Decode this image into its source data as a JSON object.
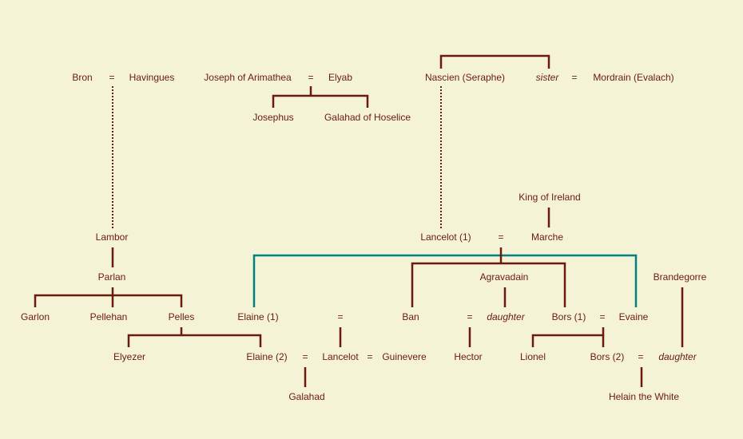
{
  "colors": {
    "background": "#f5f3d5",
    "text": "#6b1a10",
    "line": "#6b1a10",
    "highlight_line": "#008080"
  },
  "people": {
    "bron": "Bron",
    "havingues": "Havingues",
    "joseph": "Joseph of Arimathea",
    "elyab": "Elyab",
    "nascien": "Nascien (Seraphe)",
    "sister": "sister",
    "mordrain": "Mordrain (Evalach)",
    "josephus": "Josephus",
    "galahad_hoselice": "Galahad of Hoselice",
    "king_ireland": "King of Ireland",
    "lambor": "Lambor",
    "lancelot1": "Lancelot (1)",
    "marche": "Marche",
    "parlan": "Parlan",
    "agravadain": "Agravadain",
    "brandegorre": "Brandegorre",
    "garlon": "Garlon",
    "pellehan": "Pellehan",
    "pelles": "Pelles",
    "elaine1": "Elaine (1)",
    "ban": "Ban",
    "daughter1": "daughter",
    "bors1": "Bors (1)",
    "evaine": "Evaine",
    "elyezer": "Elyezer",
    "elaine2": "Elaine (2)",
    "lancelot": "Lancelot",
    "guinevere": "Guinevere",
    "hector": "Hector",
    "lionel": "Lionel",
    "bors2": "Bors (2)",
    "daughter2": "daughter",
    "galahad": "Galahad",
    "helain": "Helain the White"
  },
  "marriage_symbol": "="
}
